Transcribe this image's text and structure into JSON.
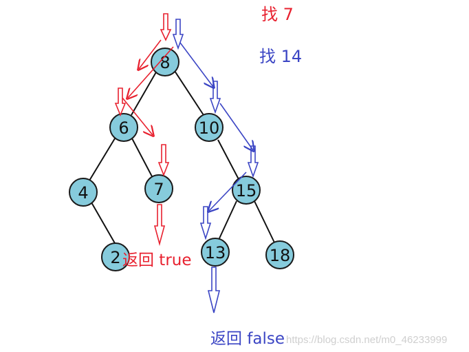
{
  "colors": {
    "node_fill": "#86cbdc",
    "node_stroke": "#1a1a1a",
    "edge": "#111111",
    "search7": "#e8212f",
    "search14": "#3b45c4",
    "background": "#ffffff"
  },
  "labels": {
    "find7": "找 7",
    "find14": "找 14",
    "return_true": "返回 true",
    "return_false": "返回 false",
    "watermark": "https://blog.csdn.net/m0_46233999"
  },
  "nodes": {
    "n8": "8",
    "n6": "6",
    "n10": "10",
    "n4": "4",
    "n7": "7",
    "n15": "15",
    "n2": "2",
    "n13": "13",
    "n18": "18"
  },
  "icons": [
    "down-arrow-icon",
    "path-arrow-icon"
  ]
}
